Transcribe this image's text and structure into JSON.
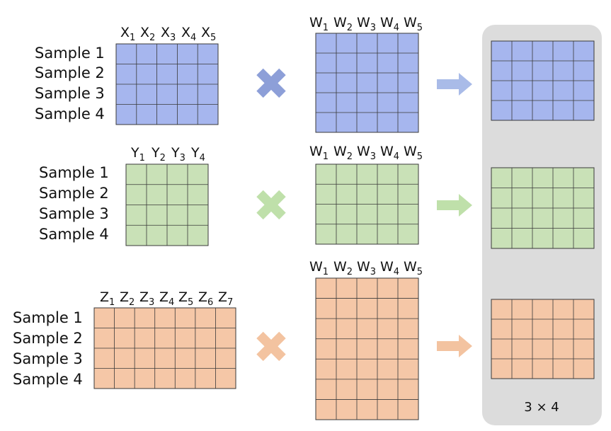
{
  "colors": {
    "blue": "#a6b6ee",
    "green": "#c9e1b7",
    "orange": "#f5c7a7",
    "blue_mark": "#8d9fd8",
    "green_mark": "#bfe0aa",
    "orange_mark": "#f3c3a0",
    "panel": "#dcdcdc"
  },
  "rows": [
    {
      "id": "x",
      "input_header_letter": "X",
      "input_header_subs": [
        "1",
        "2",
        "3",
        "4",
        "5"
      ],
      "weight_header_letter": "W",
      "weight_header_subs": [
        "1",
        "2",
        "3",
        "4",
        "5"
      ],
      "samples": [
        "Sample 1",
        "Sample 2",
        "Sample 3",
        "Sample 4"
      ],
      "input_cols": 5,
      "input_rows": 4,
      "weight_cols": 5,
      "weight_rows": 5,
      "output_cols": 5,
      "output_rows": 4
    },
    {
      "id": "y",
      "input_header_letter": "Y",
      "input_header_subs": [
        "1",
        "2",
        "3",
        "4"
      ],
      "weight_header_letter": "W",
      "weight_header_subs": [
        "1",
        "2",
        "3",
        "4",
        "5"
      ],
      "samples": [
        "Sample 1",
        "Sample 2",
        "Sample 3",
        "Sample 4"
      ],
      "input_cols": 4,
      "input_rows": 4,
      "weight_cols": 5,
      "weight_rows": 4,
      "output_cols": 5,
      "output_rows": 4
    },
    {
      "id": "z",
      "input_header_letter": "Z",
      "input_header_subs": [
        "1",
        "2",
        "3",
        "4",
        "5",
        "6",
        "7"
      ],
      "weight_header_letter": "W",
      "weight_header_subs": [
        "1",
        "2",
        "3",
        "4",
        "5"
      ],
      "samples": [
        "Sample 1",
        "Sample 2",
        "Sample 3",
        "Sample 4"
      ],
      "input_cols": 7,
      "input_rows": 4,
      "weight_cols": 5,
      "weight_rows": 7,
      "output_cols": 5,
      "output_rows": 4
    }
  ],
  "output_caption": "3 × 4"
}
